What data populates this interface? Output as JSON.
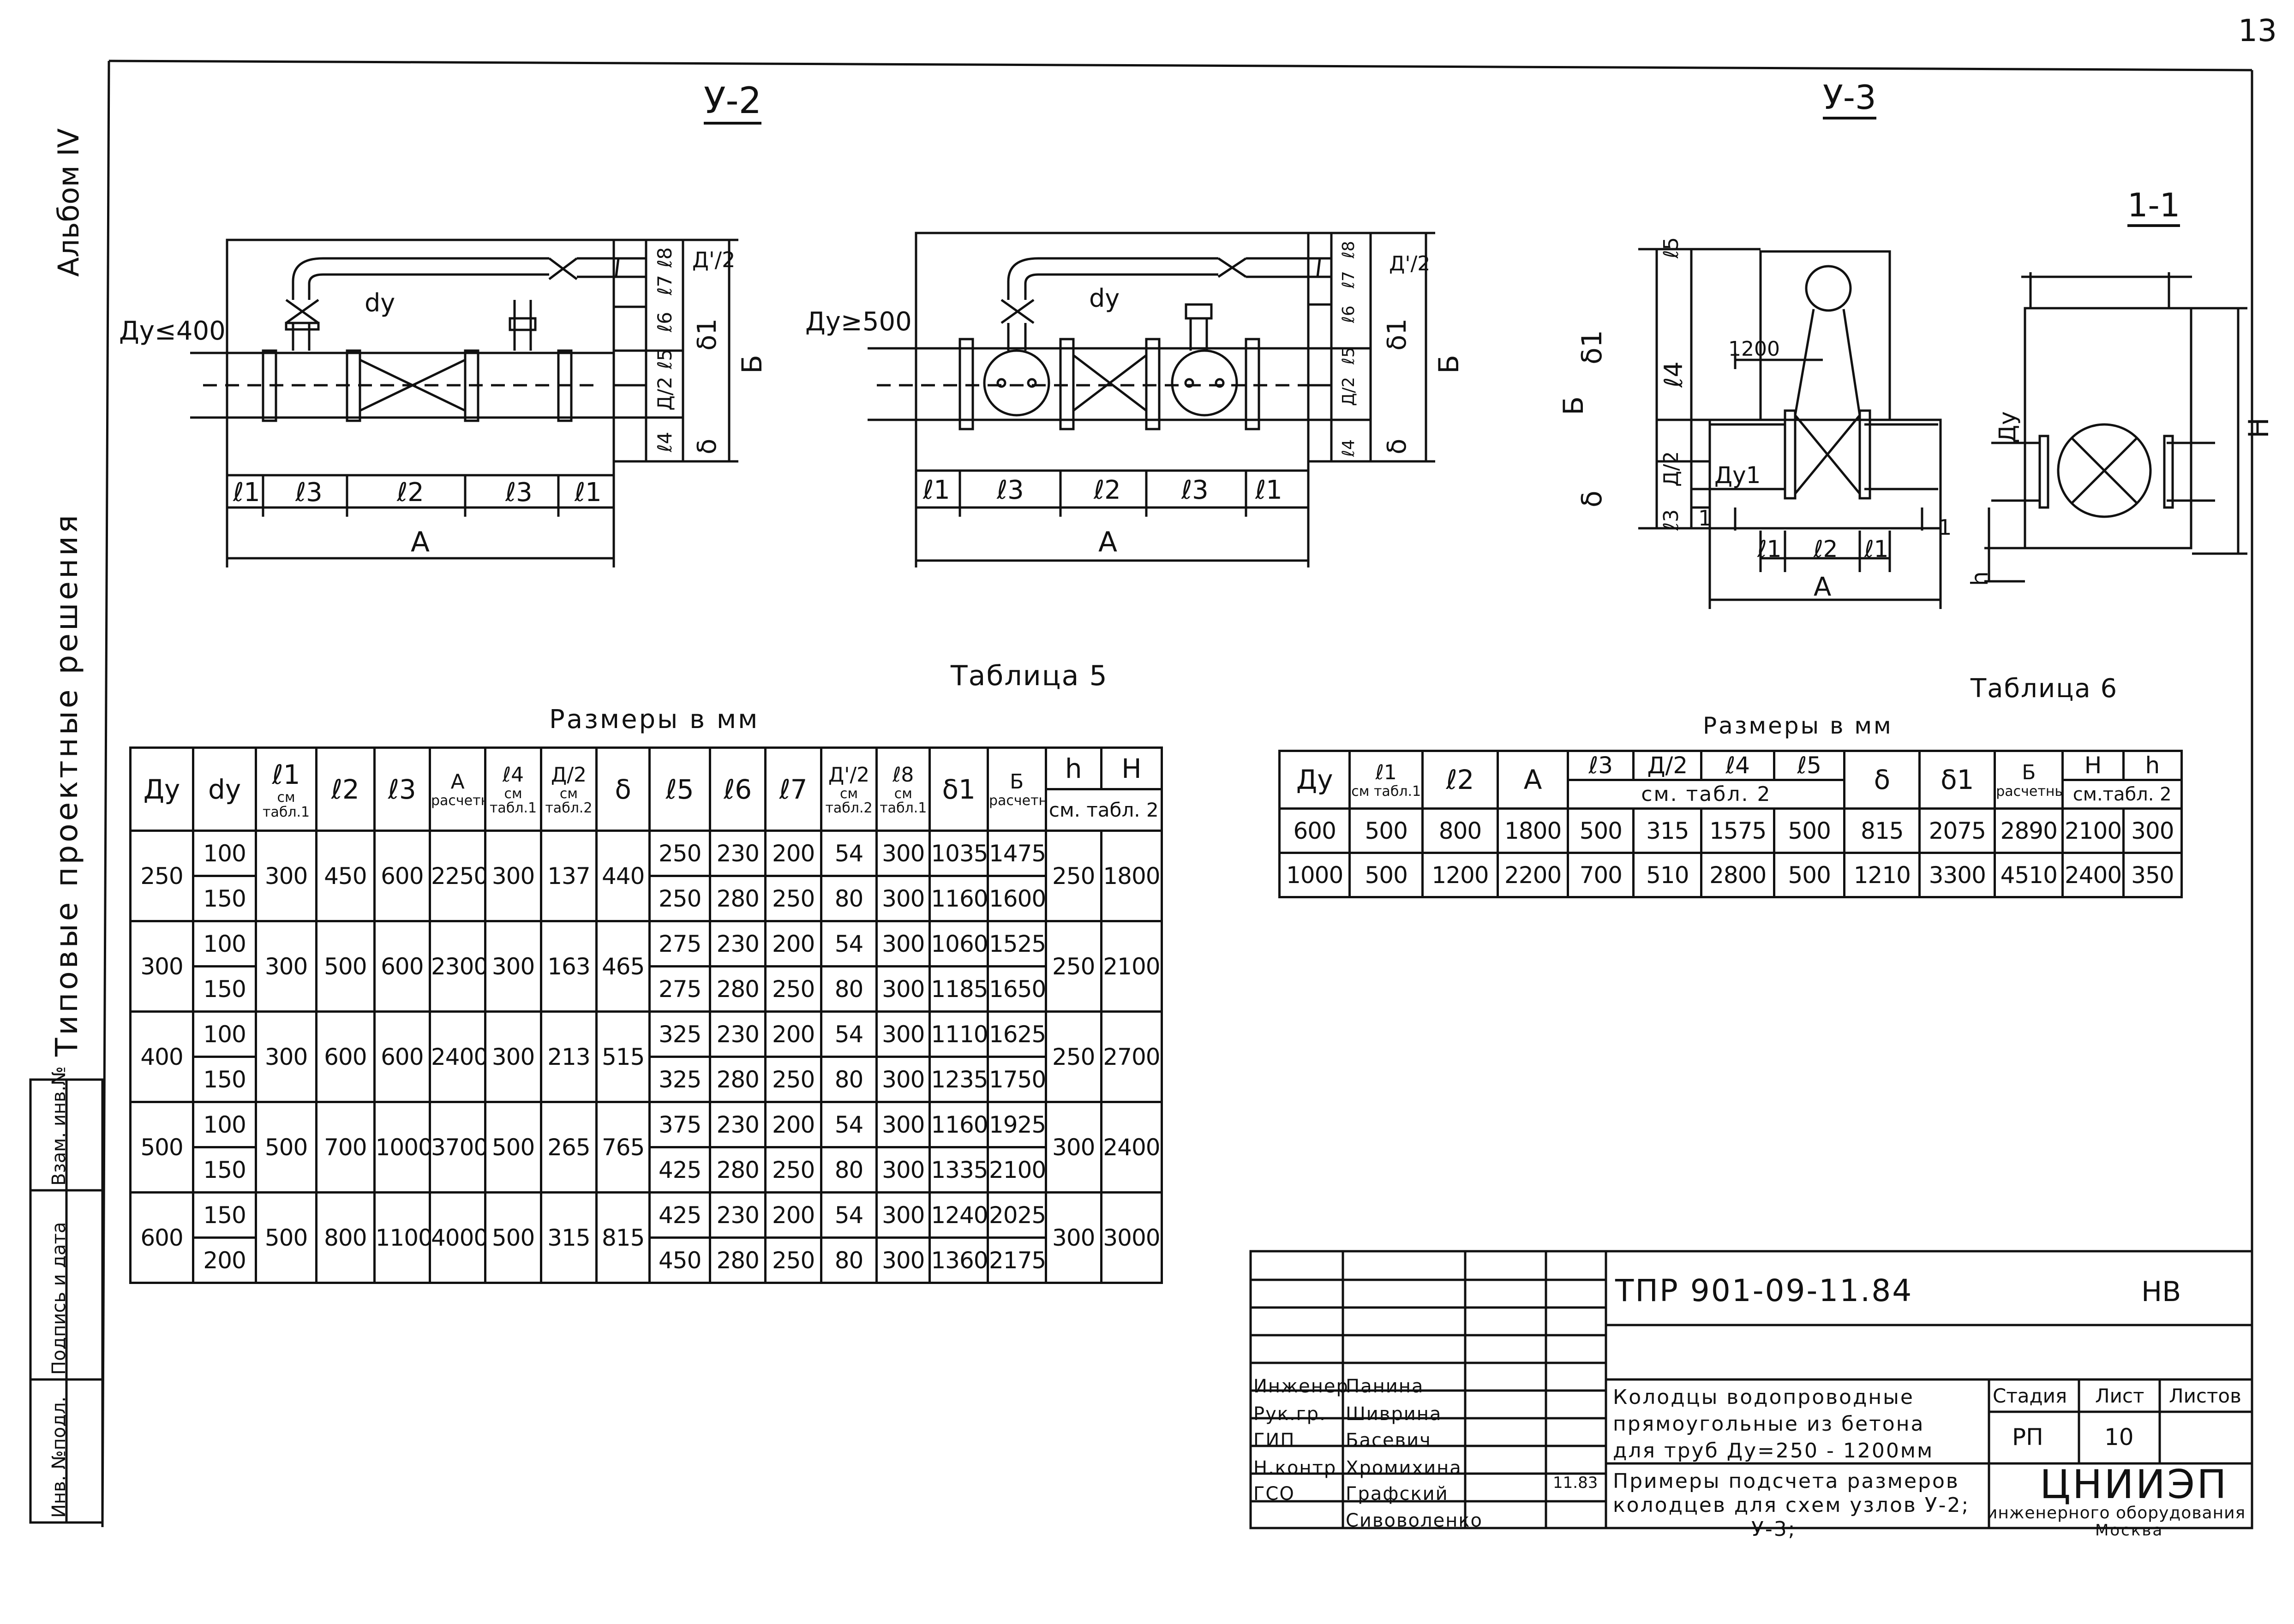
{
  "sheet": {
    "page_number": "13",
    "album": "Альбом IV",
    "series_title": "Типовые проектные решения"
  },
  "left_stamp": {
    "c1": "Инв. №подл.",
    "c2": "Подпись и дата",
    "c3": "Взам. инв.№"
  },
  "scheme_u2": {
    "title": "У-2",
    "left": {
      "du": "Ду≤400",
      "dy": "dy",
      "A": "А",
      "B": "Б",
      "bottom": [
        "ℓ1",
        "ℓ3",
        "ℓ2",
        "ℓ3",
        "ℓ1"
      ],
      "right_labels": [
        "ℓ8",
        "ℓ7",
        "ℓ6",
        "ℓ5",
        "Д/2",
        "ℓ4"
      ],
      "d_half": "Д'/2",
      "delta1": "δ1",
      "delta": "δ"
    },
    "right": {
      "du": "Ду≥500",
      "dy": "dy",
      "A": "А",
      "B": "Б",
      "bottom": [
        "ℓ1",
        "ℓ3",
        "ℓ2",
        "ℓ3",
        "ℓ1"
      ],
      "right_labels": [
        "ℓ8",
        "ℓ7",
        "ℓ6",
        "ℓ5",
        "Д/2",
        "ℓ4"
      ],
      "d_half": "Д'/2",
      "delta1": "δ1",
      "delta": "δ"
    }
  },
  "scheme_u3": {
    "title": "У-3",
    "section_title": "1-1",
    "B": "Б",
    "delta1": "δ1",
    "delta": "δ",
    "left_labels": [
      "ℓ5",
      "ℓ4",
      "Д/2",
      "ℓ3"
    ],
    "dim_1200": "1200",
    "du1": "Ду1",
    "du": "Ду",
    "bottom": [
      "ℓ1",
      "ℓ2",
      "ℓ1"
    ],
    "A": "А",
    "cut": "1",
    "H": "Н",
    "h": "h"
  },
  "table5": {
    "title": "Таблица 5",
    "units": "Размеры в мм",
    "headers": [
      {
        "main": "Ду",
        "sub": ""
      },
      {
        "main": "dy",
        "sub": ""
      },
      {
        "main": "ℓ1",
        "sub": "см табл.1"
      },
      {
        "main": "ℓ2",
        "sub": ""
      },
      {
        "main": "ℓ3",
        "sub": ""
      },
      {
        "main": "А",
        "sub": "расчетный"
      },
      {
        "main": "ℓ4",
        "sub": "см табл.1"
      },
      {
        "main": "Д/2",
        "sub": "см табл.2"
      },
      {
        "main": "δ",
        "sub": ""
      },
      {
        "main": "ℓ5",
        "sub": ""
      },
      {
        "main": "ℓ6",
        "sub": ""
      },
      {
        "main": "ℓ7",
        "sub": ""
      },
      {
        "main": "Д'/2",
        "sub": "см табл.2"
      },
      {
        "main": "ℓ8",
        "sub": "см табл.1"
      },
      {
        "main": "δ1",
        "sub": ""
      },
      {
        "main": "Б",
        "sub": "расчетный"
      },
      {
        "main": "h",
        "sub": ""
      },
      {
        "main": "Н",
        "sub": ""
      }
    ],
    "hH_sub": "см. табл. 2",
    "groups": [
      {
        "du": "250",
        "l1": "300",
        "l2": "450",
        "l3": "600",
        "A": "2250",
        "l4": "300",
        "d2": "137",
        "delta": "440",
        "h": "250",
        "H": "1800",
        "rows": [
          {
            "dy": "100",
            "l5": "250",
            "l6": "230",
            "l7": "200",
            "dd2": "54",
            "l8": "300",
            "delta1": "1035",
            "B": "1475"
          },
          {
            "dy": "150",
            "l5": "250",
            "l6": "280",
            "l7": "250",
            "dd2": "80",
            "l8": "300",
            "delta1": "1160",
            "B": "1600"
          }
        ]
      },
      {
        "du": "300",
        "l1": "300",
        "l2": "500",
        "l3": "600",
        "A": "2300",
        "l4": "300",
        "d2": "163",
        "delta": "465",
        "h": "250",
        "H": "2100",
        "rows": [
          {
            "dy": "100",
            "l5": "275",
            "l6": "230",
            "l7": "200",
            "dd2": "54",
            "l8": "300",
            "delta1": "1060",
            "B": "1525"
          },
          {
            "dy": "150",
            "l5": "275",
            "l6": "280",
            "l7": "250",
            "dd2": "80",
            "l8": "300",
            "delta1": "1185",
            "B": "1650"
          }
        ]
      },
      {
        "du": "400",
        "l1": "300",
        "l2": "600",
        "l3": "600",
        "A": "2400",
        "l4": "300",
        "d2": "213",
        "delta": "515",
        "h": "250",
        "H": "2700",
        "rows": [
          {
            "dy": "100",
            "l5": "325",
            "l6": "230",
            "l7": "200",
            "dd2": "54",
            "l8": "300",
            "delta1": "1110",
            "B": "1625"
          },
          {
            "dy": "150",
            "l5": "325",
            "l6": "280",
            "l7": "250",
            "dd2": "80",
            "l8": "300",
            "delta1": "1235",
            "B": "1750"
          }
        ]
      },
      {
        "du": "500",
        "l1": "500",
        "l2": "700",
        "l3": "1000",
        "A": "3700",
        "l4": "500",
        "d2": "265",
        "delta": "765",
        "h": "300",
        "H": "2400",
        "rows": [
          {
            "dy": "100",
            "l5": "375",
            "l6": "230",
            "l7": "200",
            "dd2": "54",
            "l8": "300",
            "delta1": "1160",
            "B": "1925"
          },
          {
            "dy": "150",
            "l5": "425",
            "l6": "280",
            "l7": "250",
            "dd2": "80",
            "l8": "300",
            "delta1": "1335",
            "B": "2100"
          }
        ]
      },
      {
        "du": "600",
        "l1": "500",
        "l2": "800",
        "l3": "1100",
        "A": "4000",
        "l4": "500",
        "d2": "315",
        "delta": "815",
        "h": "300",
        "H": "3000",
        "rows": [
          {
            "dy": "150",
            "l5": "425",
            "l6": "230",
            "l7": "200",
            "dd2": "54",
            "l8": "300",
            "delta1": "1240",
            "B": "2025"
          },
          {
            "dy": "200",
            "l5": "450",
            "l6": "280",
            "l7": "250",
            "dd2": "80",
            "l8": "300",
            "delta1": "1360",
            "B": "2175"
          }
        ]
      }
    ]
  },
  "table6": {
    "title": "Таблица 6",
    "units": "Размеры в мм",
    "headers": {
      "du": "Ду",
      "l1": "ℓ1",
      "l1_sub": "см табл.1",
      "l2": "ℓ2",
      "A": "А",
      "l3": "ℓ3",
      "d2": "Д/2",
      "l4": "ℓ4",
      "l5": "ℓ5",
      "group_sub": "см. табл. 2",
      "delta": "δ",
      "delta1": "δ1",
      "B": "Б",
      "B_sub": "расчетный",
      "H": "Н",
      "h": "h",
      "hH_sub": "см.табл. 2"
    },
    "rows": [
      {
        "du": "600",
        "l1": "500",
        "l2": "800",
        "A": "1800",
        "l3": "500",
        "d2": "315",
        "l4": "1575",
        "l5": "500",
        "delta": "815",
        "delta1": "2075",
        "B": "2890",
        "H": "2100",
        "h": "300"
      },
      {
        "du": "1000",
        "l1": "500",
        "l2": "1200",
        "A": "2200",
        "l3": "700",
        "d2": "510",
        "l4": "2800",
        "l5": "500",
        "delta": "1210",
        "delta1": "3300",
        "B": "4510",
        "H": "2400",
        "h": "350"
      }
    ]
  },
  "title_block": {
    "code": "ТПР 901-09-11.84",
    "mark": "НВ",
    "roles": [
      "Инженер",
      "Рук.гр.",
      "ГИП",
      "Н.контр",
      "ГСО",
      ""
    ],
    "names": [
      "Панина",
      "Шиврина",
      "Басевич",
      "Хромихина",
      "Графский",
      "Сивоволенко"
    ],
    "date": "11.83",
    "title1": [
      "Колодцы водопроводные",
      "прямоугольные из бетона",
      "для труб Ду=250 - 1200мм"
    ],
    "title2": [
      "Примеры подсчета размеров",
      "колодцев для схем узлов У-2;",
      "У-3;"
    ],
    "stage_hdr": "Стадия",
    "sheet_hdr": "Лист",
    "sheets_hdr": "Листов",
    "stage": "РП",
    "sheet": "10",
    "sheets": "",
    "org": "ЦНИИЭП",
    "org_sub": "инженерного оборудования",
    "city": "Москва"
  }
}
